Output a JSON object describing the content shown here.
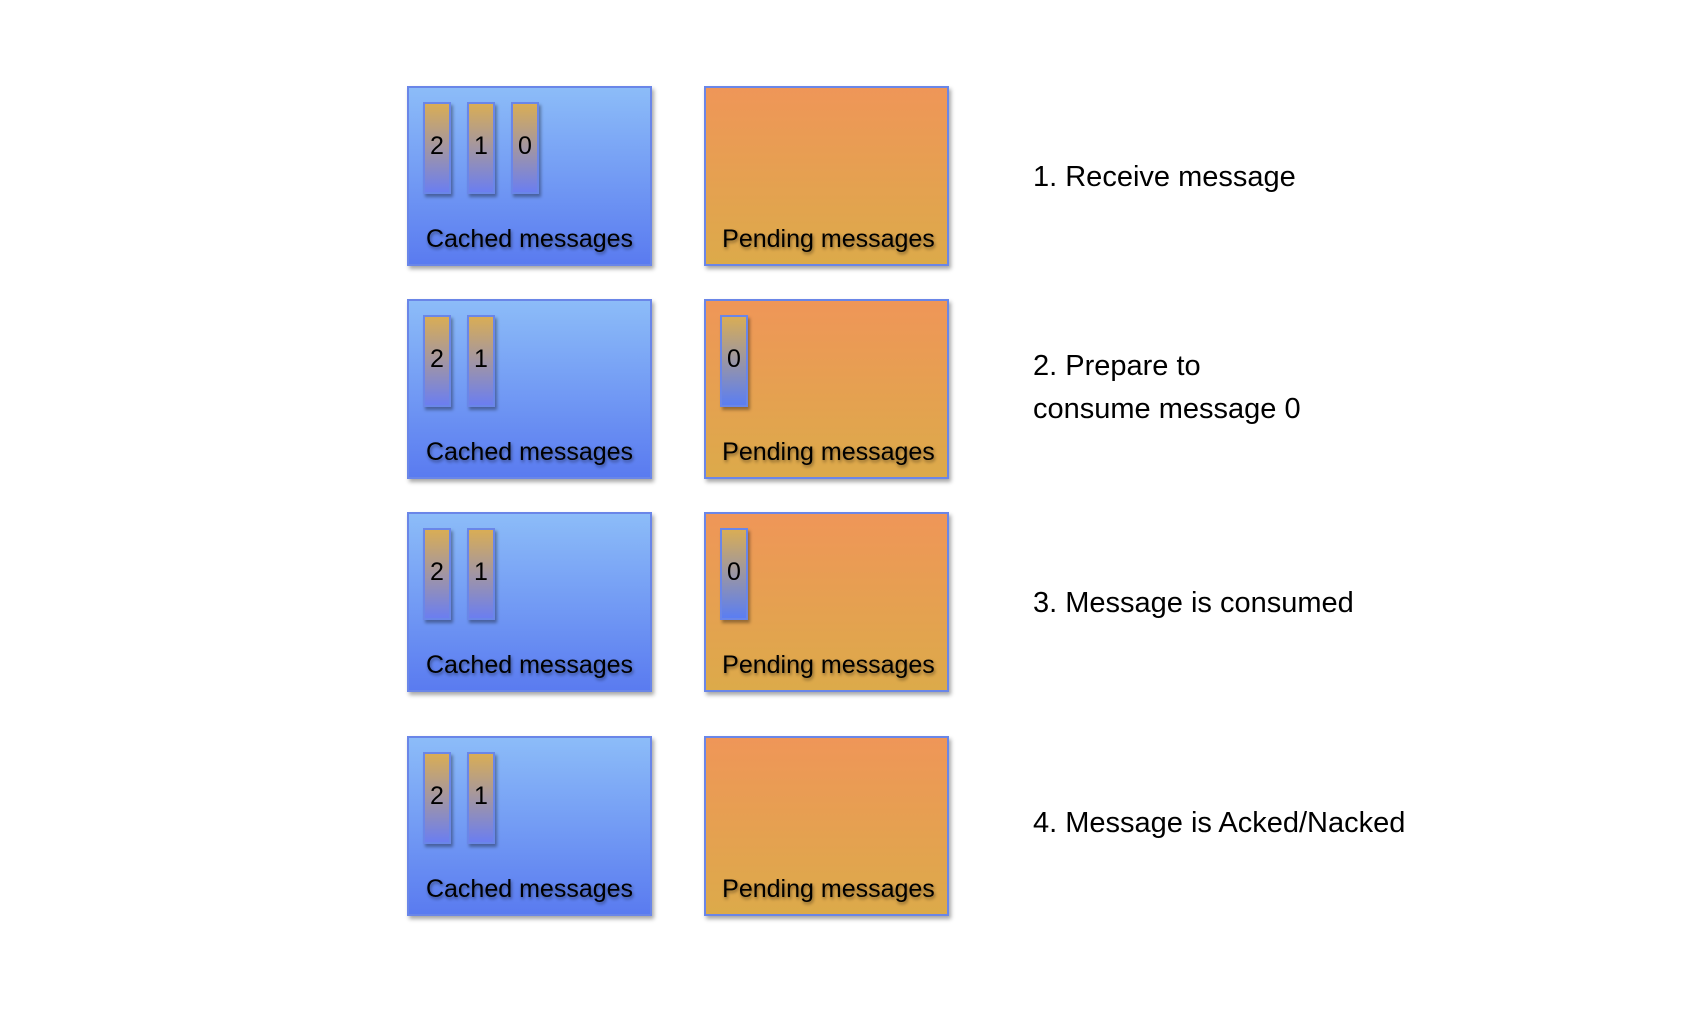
{
  "labels": {
    "cached": "Cached messages",
    "pending": "Pending messages"
  },
  "rows": [
    {
      "cached": [
        "2",
        "1",
        "0"
      ],
      "pending": [],
      "step_lines": [
        "1. Receive message"
      ]
    },
    {
      "cached": [
        "2",
        "1"
      ],
      "pending": [
        "0"
      ],
      "step_lines": [
        "2. Prepare to",
        "consume message 0"
      ]
    },
    {
      "cached": [
        "2",
        "1"
      ],
      "pending": [
        "0"
      ],
      "step_lines": [
        "3. Message is consumed"
      ]
    },
    {
      "cached": [
        "2",
        "1"
      ],
      "pending": [],
      "step_lines": [
        "4. Message is Acked/Nacked"
      ]
    }
  ],
  "colors": {
    "cached_top": "#8cbcf8",
    "cached_bottom": "#5a7bf0",
    "pending_top": "#ef9658",
    "pending_bottom": "#dcaa4a",
    "border": "#6a86e8"
  }
}
